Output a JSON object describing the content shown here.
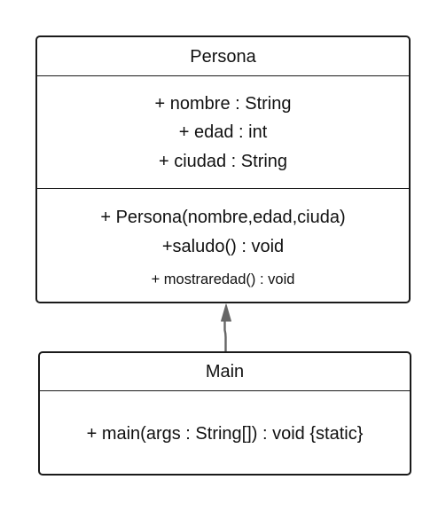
{
  "diagram": {
    "type": "uml-class-diagram",
    "classes": [
      {
        "id": "persona",
        "name": "Persona",
        "attributes": [
          "+ nombre : String",
          "+ edad : int",
          "+ ciudad : String"
        ],
        "methods": [
          "+ Persona(nombre,edad,ciuda)",
          "+saludo() : void",
          "+ mostraredad() : void"
        ]
      },
      {
        "id": "main",
        "name": "Main",
        "attributes": [],
        "methods": [
          "+ main(args : String[]) : void {static}"
        ]
      }
    ],
    "relations": [
      {
        "type": "generalization",
        "from": "main",
        "to": "persona"
      }
    ],
    "colors": {
      "stroke": "#1a1a1a",
      "arrow": "#666666",
      "background": "#ffffff"
    }
  }
}
